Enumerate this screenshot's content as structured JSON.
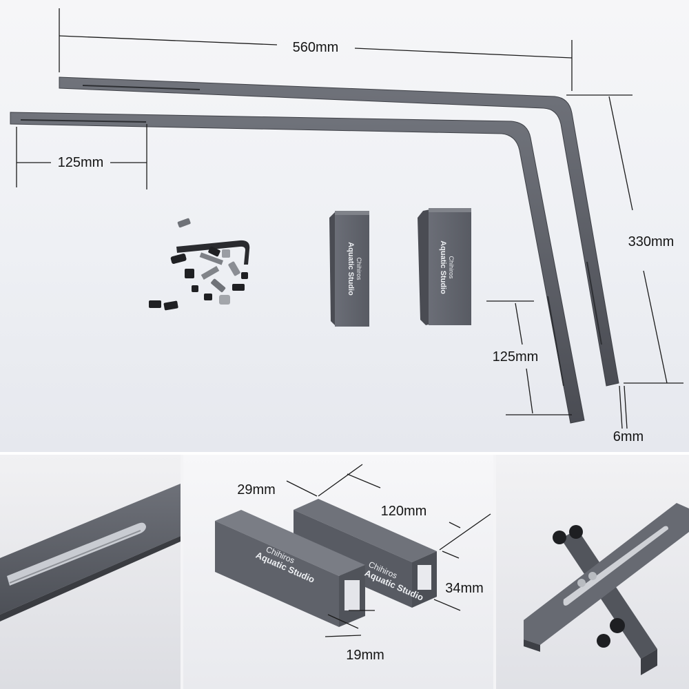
{
  "top_dimensions": {
    "width": "560mm",
    "left_offset": "125mm",
    "height": "330mm",
    "lower_offset": "125mm",
    "thickness": "6mm"
  },
  "clamp_dimensions": {
    "width": "29mm",
    "length": "120mm",
    "height": "34mm",
    "opening": "19mm"
  },
  "brand": {
    "name": "Chihiros",
    "registered": "®",
    "line": "Aquatic Studio"
  },
  "colors": {
    "metal": "#5d6068",
    "metal_dark": "#3e4047",
    "background": "#f2f3f6"
  }
}
